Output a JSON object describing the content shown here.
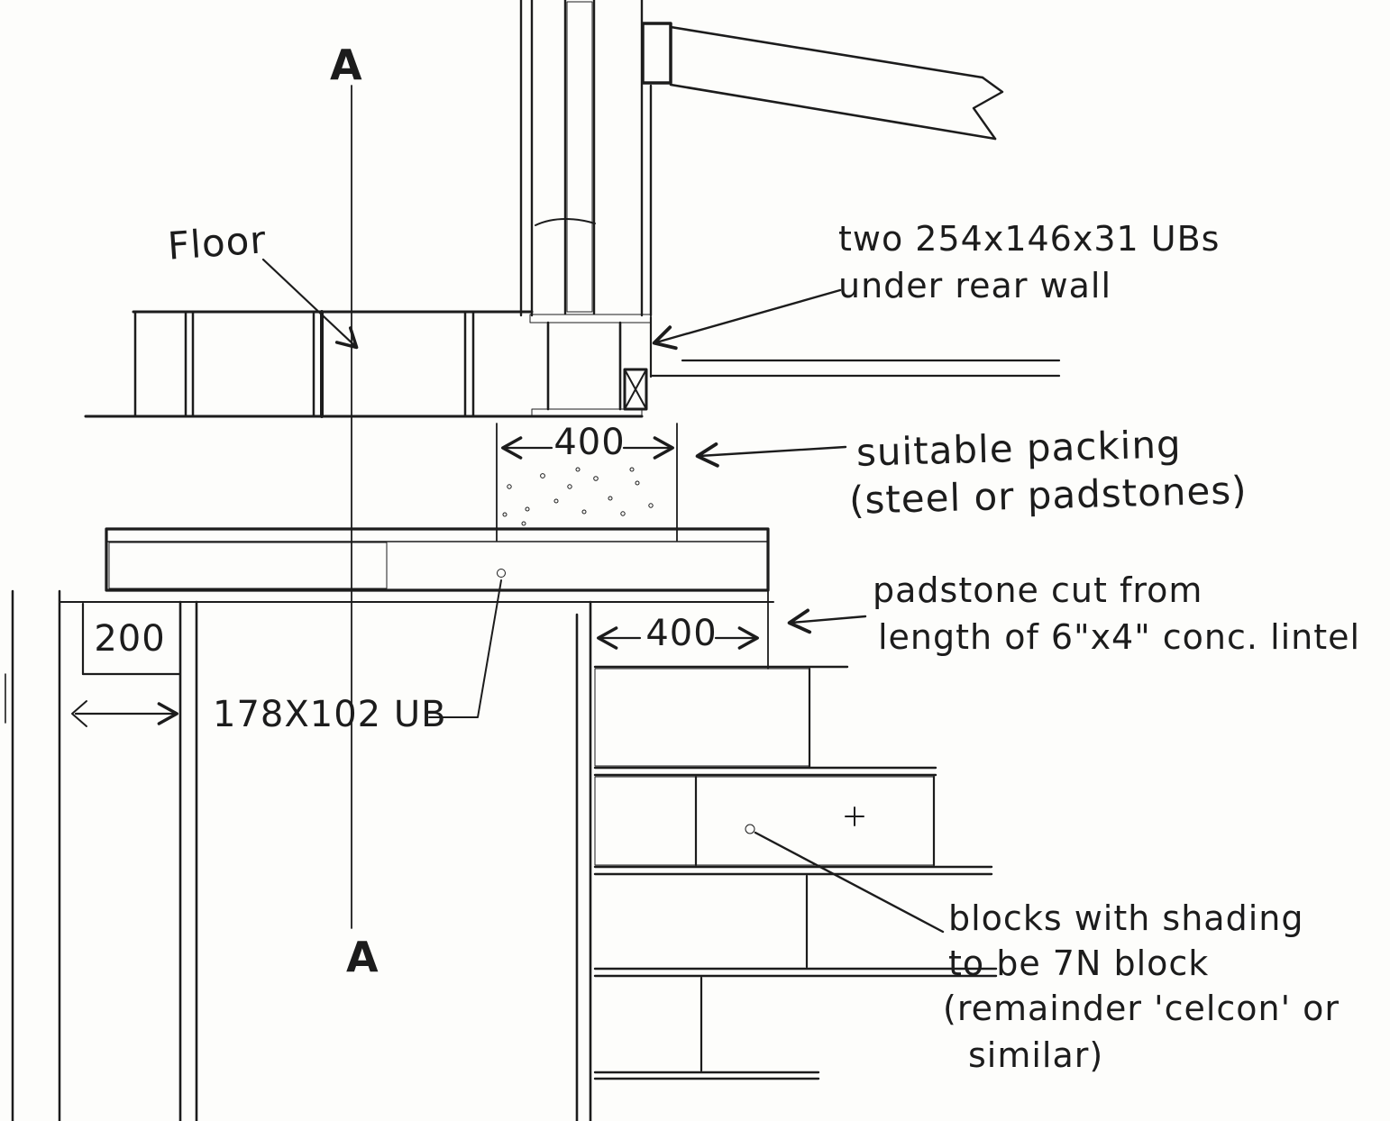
{
  "section_markers": {
    "top": "A",
    "bottom": "A"
  },
  "labels": {
    "floor": "Floor",
    "beam": "178X102 UB"
  },
  "dimensions": {
    "packing_width": "400",
    "padstone_width": "400",
    "beam_offset": "200"
  },
  "notes": {
    "ubs": {
      "line1": "two 254x146x31 UBs",
      "line2": "under rear wall"
    },
    "packing": {
      "line1": "suitable packing",
      "line2": "(steel or padstones)"
    },
    "padstone": {
      "line1": "padstone cut from",
      "line2": "length of 6\"x4\" conc. lintel"
    },
    "blocks": {
      "line1": "blocks with shading",
      "line2": "to be 7N block",
      "line3": "(remainder 'celcon' or",
      "line4": "similar)"
    }
  },
  "colors": {
    "ink": "#1c1c1c",
    "paper": "#fdfdfb"
  }
}
